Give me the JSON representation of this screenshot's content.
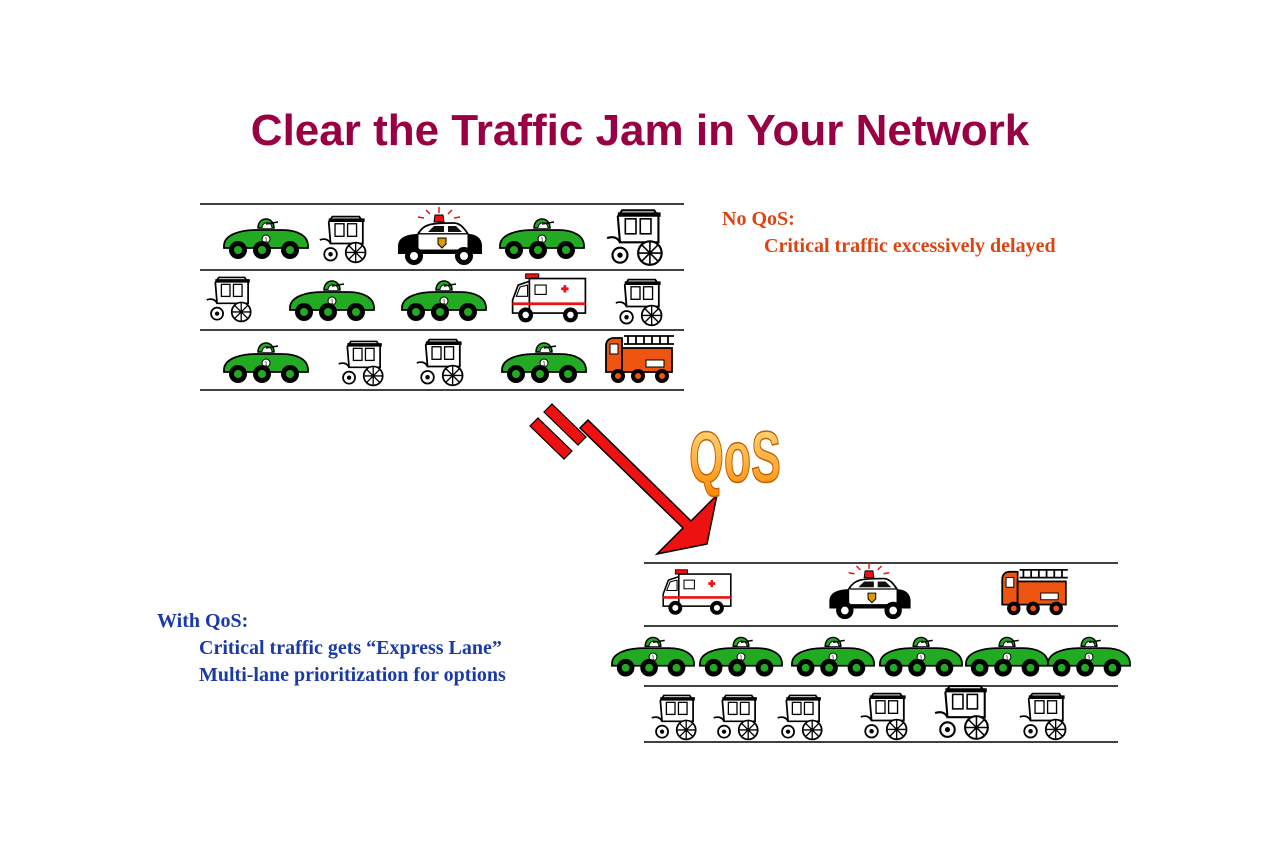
{
  "title": "Clear the Traffic Jam in Your Network",
  "badge": "QoS",
  "no_qos": {
    "heading": "No QoS:",
    "lines": [
      "Critical traffic excessively delayed"
    ]
  },
  "with_qos": {
    "heading": "With QoS:",
    "lines": [
      "Critical traffic gets “Express Lane”",
      "Multi-lane prioritization for options"
    ]
  },
  "colors": {
    "title": "#990044",
    "no_qos_text": "#dd4411",
    "with_qos_text": "#1a3aa8",
    "arrow": "#ee1111",
    "race_car": "#22aa22",
    "fire_truck": "#ee5511",
    "qos_badge": "#ff9900"
  },
  "icons": [
    "race-car-icon",
    "buggy-icon",
    "police-car-icon",
    "ambulance-icon",
    "fire-truck-icon"
  ]
}
